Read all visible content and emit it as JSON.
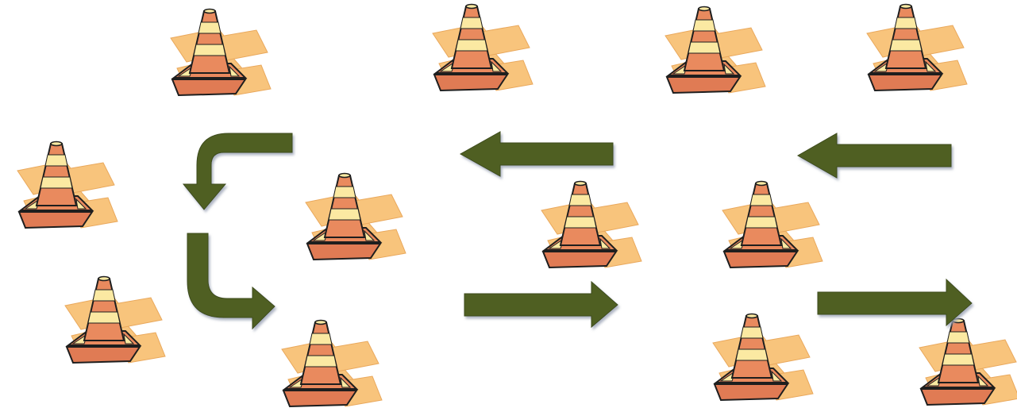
{
  "diagram": {
    "kind": "cone-slalom-course",
    "cone_icon": "traffic-cone-icon",
    "arrow_icon": "direction-arrow-icon",
    "colors": {
      "background": "#ffffff",
      "arrow_fill": "#4f5f24",
      "arrow_stroke": "#3e4c1c",
      "pad_fill": "#f8c47c",
      "pad_edge": "#e9a85c",
      "cone_orange": "#e98a5e",
      "cone_stripe": "#fbe9a2",
      "cone_base": "#e07b54",
      "outline": "#1e1e1e"
    },
    "cones": [
      {
        "id": "cone-1"
      },
      {
        "id": "cone-2"
      },
      {
        "id": "cone-3"
      },
      {
        "id": "cone-4"
      },
      {
        "id": "cone-5"
      },
      {
        "id": "cone-6"
      },
      {
        "id": "cone-7"
      },
      {
        "id": "cone-8"
      },
      {
        "id": "cone-9"
      },
      {
        "id": "cone-10"
      },
      {
        "id": "cone-11"
      },
      {
        "id": "cone-12"
      },
      {
        "id": "cone-13"
      },
      {
        "id": "cone-14"
      }
    ],
    "arrows": [
      {
        "id": "turn-arrow-top-left",
        "direction": "down"
      },
      {
        "id": "turn-arrow-bottom-left",
        "direction": "right"
      },
      {
        "id": "straight-arrow-top-middle",
        "direction": "left"
      },
      {
        "id": "straight-arrow-top-right",
        "direction": "left"
      },
      {
        "id": "straight-arrow-bottom-middle",
        "direction": "right"
      },
      {
        "id": "straight-arrow-bottom-right",
        "direction": "right"
      }
    ]
  }
}
